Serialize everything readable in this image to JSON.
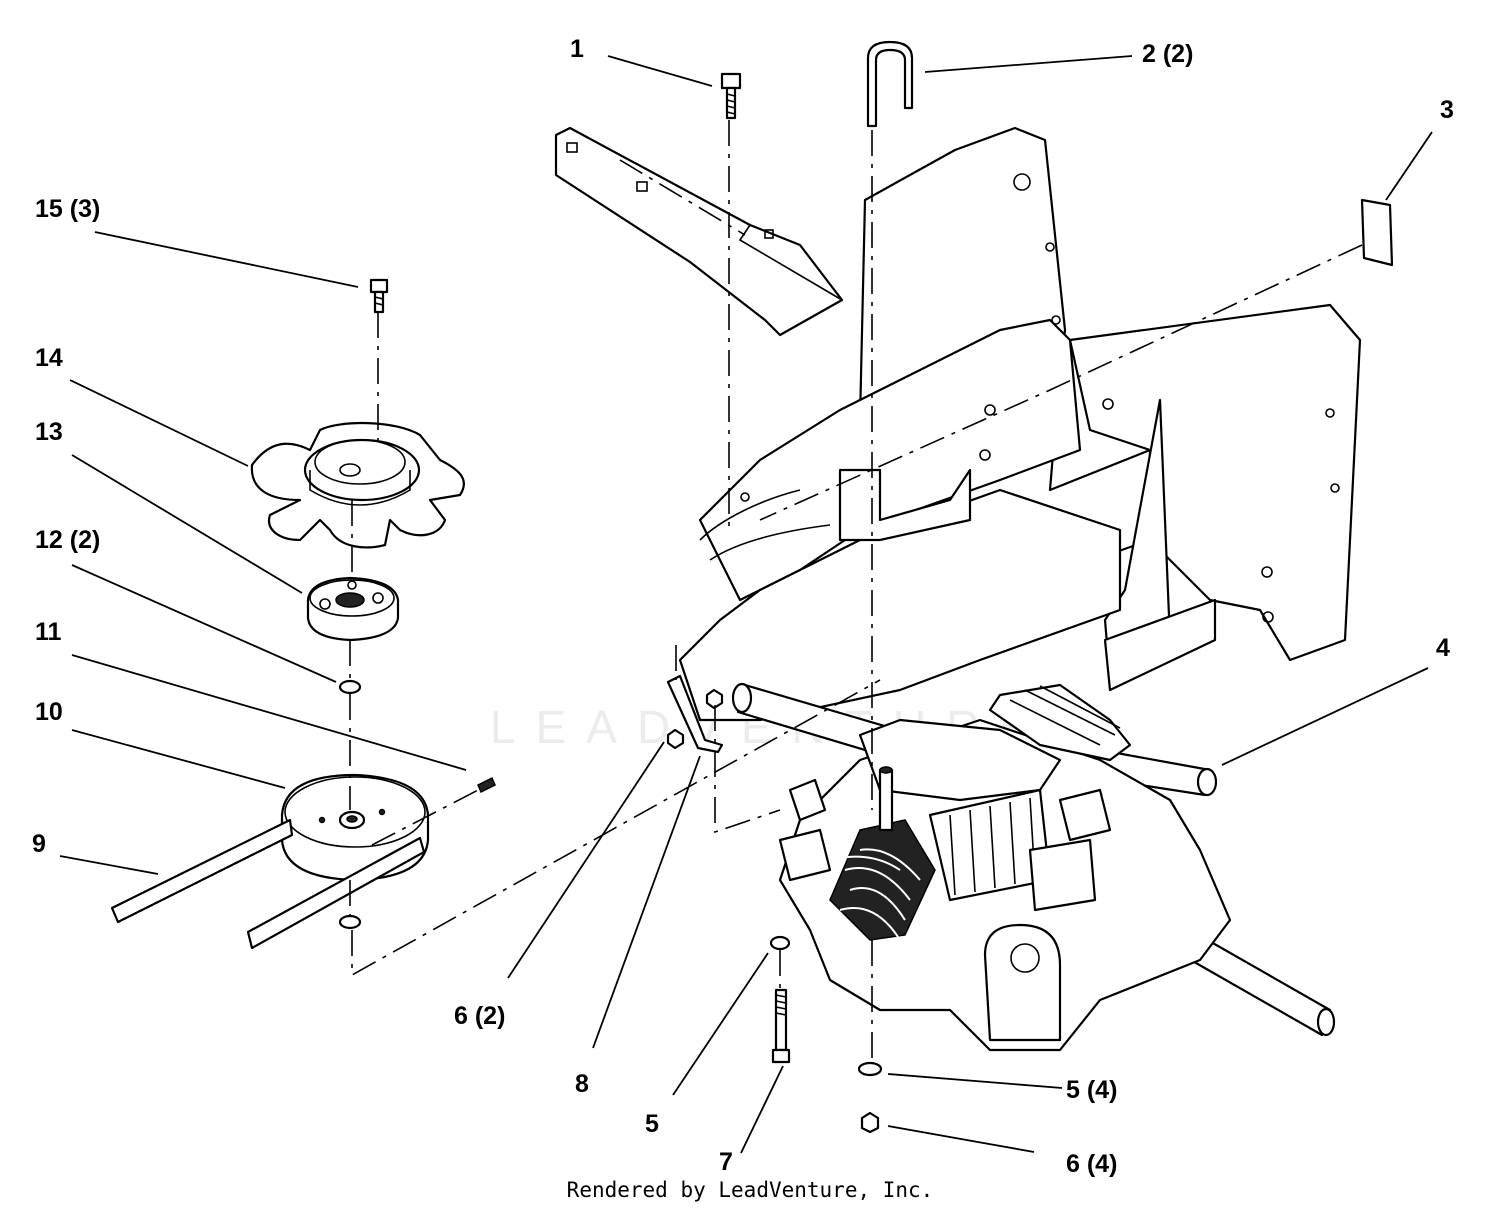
{
  "callouts": [
    {
      "id": "c1",
      "text": "1"
    },
    {
      "id": "c2",
      "text": "2 (2)"
    },
    {
      "id": "c3",
      "text": "3"
    },
    {
      "id": "c4",
      "text": "4"
    },
    {
      "id": "c5a",
      "text": "5 (4)"
    },
    {
      "id": "c5b",
      "text": "5"
    },
    {
      "id": "c6a",
      "text": "6 (2)"
    },
    {
      "id": "c6b",
      "text": "6 (4)"
    },
    {
      "id": "c7",
      "text": "7"
    },
    {
      "id": "c8",
      "text": "8"
    },
    {
      "id": "c9",
      "text": "9"
    },
    {
      "id": "c10",
      "text": "10"
    },
    {
      "id": "c11",
      "text": "11"
    },
    {
      "id": "c12",
      "text": "12 (2)"
    },
    {
      "id": "c13",
      "text": "13"
    },
    {
      "id": "c14",
      "text": "14"
    },
    {
      "id": "c15",
      "text": "15 (3)"
    }
  ],
  "footer": "Rendered by LeadVenture, Inc.",
  "watermark": "LEADVENTURE"
}
